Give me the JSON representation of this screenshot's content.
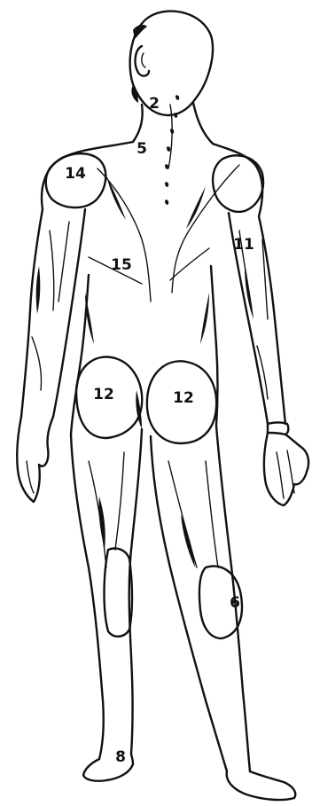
{
  "diagram": {
    "view": "posterior",
    "labels": [
      {
        "id": "label-2",
        "text": "2"
      },
      {
        "id": "label-5",
        "text": "5"
      },
      {
        "id": "label-14",
        "text": "14"
      },
      {
        "id": "label-11",
        "text": "11"
      },
      {
        "id": "label-15",
        "text": "15"
      },
      {
        "id": "label-12-left",
        "text": "12"
      },
      {
        "id": "label-12-right",
        "text": "12"
      },
      {
        "id": "label-6",
        "text": "6"
      },
      {
        "id": "label-8",
        "text": "8"
      }
    ]
  }
}
